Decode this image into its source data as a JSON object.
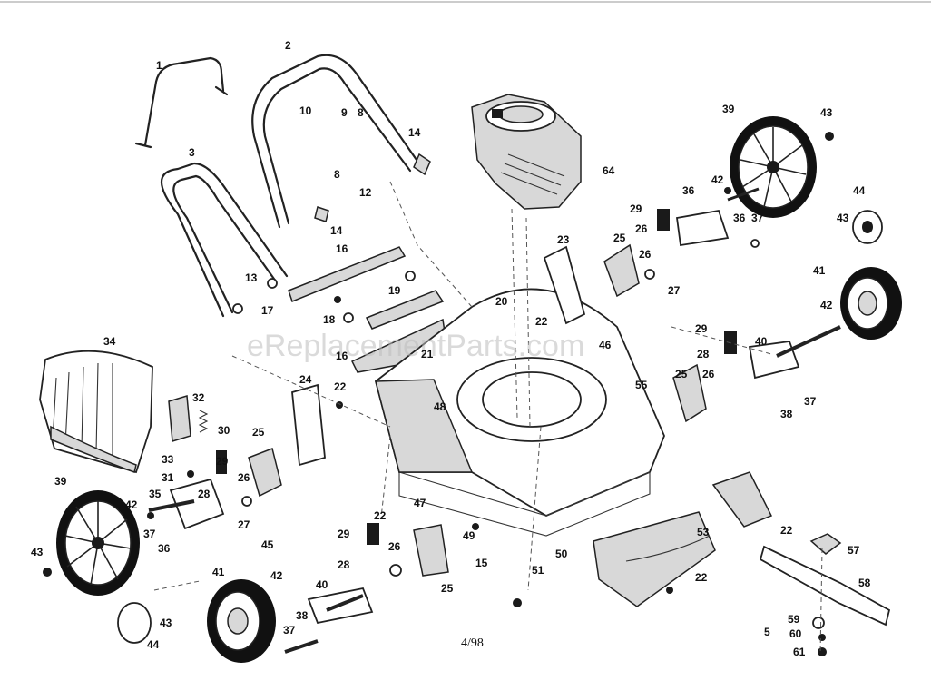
{
  "diagram": {
    "watermark": "eReplacementParts.com",
    "footer_code": "4/98",
    "callouts": [
      "1",
      "2",
      "3",
      "5",
      "8",
      "9",
      "10",
      "12",
      "13",
      "14",
      "15",
      "16",
      "17",
      "18",
      "19",
      "20",
      "21",
      "22",
      "23",
      "24",
      "25",
      "26",
      "27",
      "28",
      "29",
      "30",
      "31",
      "32",
      "33",
      "34",
      "35",
      "36",
      "37",
      "38",
      "39",
      "40",
      "41",
      "42",
      "43",
      "44",
      "45",
      "46",
      "47",
      "48",
      "49",
      "50",
      "51",
      "53",
      "55",
      "57",
      "58",
      "59",
      "60",
      "61",
      "64"
    ]
  }
}
